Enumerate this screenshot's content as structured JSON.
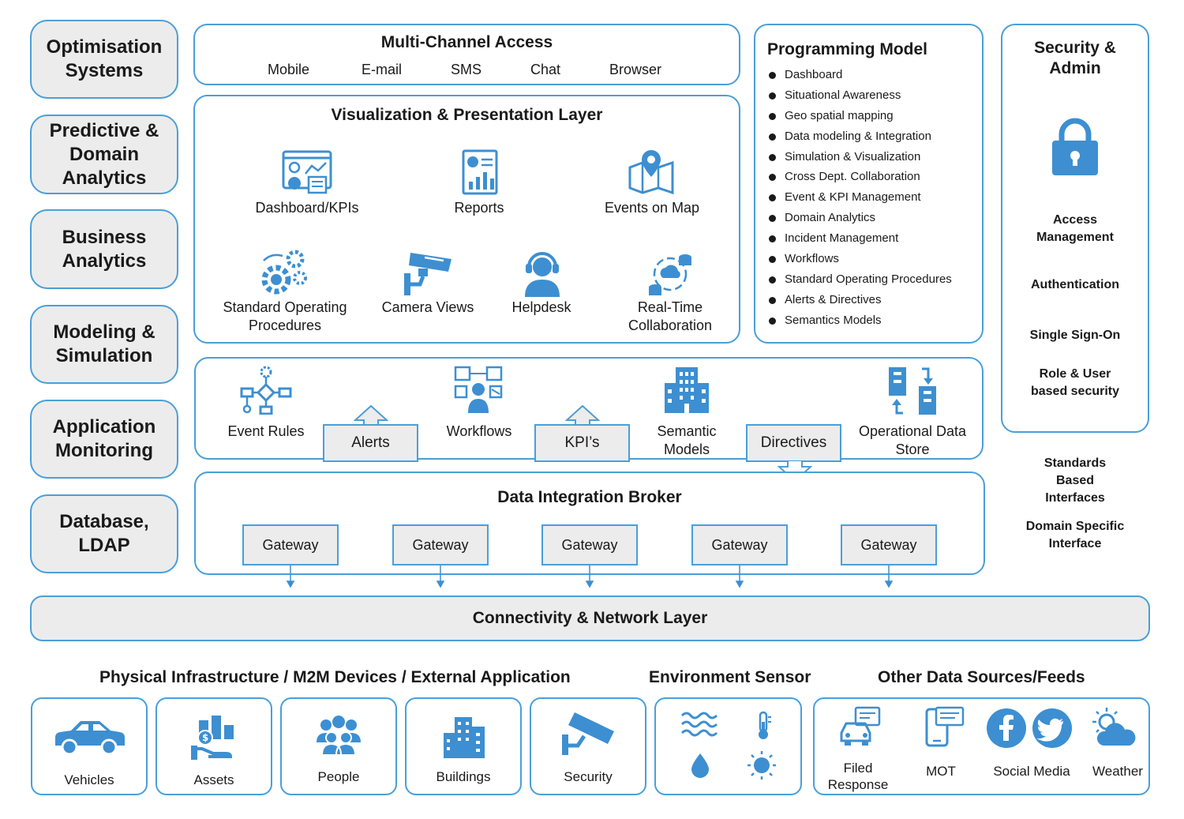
{
  "left_column": [
    "Optimisation Systems",
    "Predictive & Domain Analytics",
    "Business Analytics",
    "Modeling & Simulation",
    "Application Monitoring",
    "Database, LDAP"
  ],
  "multichannel": {
    "title": "Multi-Channel Access",
    "channels": [
      "Mobile",
      "E-mail",
      "SMS",
      "Chat",
      "Browser"
    ]
  },
  "visualization": {
    "title": "Visualization & Presentation Layer",
    "items": [
      "Dashboard/KPIs",
      "Reports",
      "Events on Map",
      "Standard Operating Procedures",
      "Camera Views",
      "Helpdesk",
      "Real-Time Collaboration"
    ]
  },
  "programming_model": {
    "title": "Programming Model",
    "items": [
      "Dashboard",
      "Situational Awareness",
      "Geo spatial mapping",
      "Data modeling & Integration",
      "Simulation & Visualization",
      "Cross Dept. Collaboration",
      "Event & KPI Management",
      "Domain Analytics",
      "Incident Management",
      "Workflows",
      "Standard Operating Procedures",
      "Alerts & Directives",
      "Semantics Models"
    ]
  },
  "security": {
    "title": "Security & Admin",
    "items": [
      "Access Management",
      "Authentication",
      "Single Sign-On",
      "Role & User based security"
    ]
  },
  "interfaces": [
    "Standards Based Interfaces",
    "Domain Specific Interface"
  ],
  "processing": {
    "items": [
      "Event Rules",
      "Workflows",
      "Semantic Models",
      "Operational Data Store"
    ],
    "tags": [
      "Alerts",
      "KPI’s",
      "Directives"
    ]
  },
  "broker": {
    "title": "Data Integration Broker",
    "gateways": [
      "Gateway",
      "Gateway",
      "Gateway",
      "Gateway",
      "Gateway"
    ]
  },
  "connectivity": "Connectivity & Network Layer",
  "bottom": {
    "physical_title": "Physical Infrastructure / M2M Devices / External Application",
    "physical_items": [
      "Vehicles",
      "Assets",
      "People",
      "Buildings",
      "Security"
    ],
    "environment_title": "Environment Sensor",
    "other_title": "Other Data Sources/Feeds",
    "other_items": [
      "Filed Response",
      "MOT",
      "Social Media",
      "Weather"
    ]
  },
  "colors": {
    "accent": "#3d8fd1",
    "border": "#4a9fd8",
    "panel": "#ececec"
  }
}
